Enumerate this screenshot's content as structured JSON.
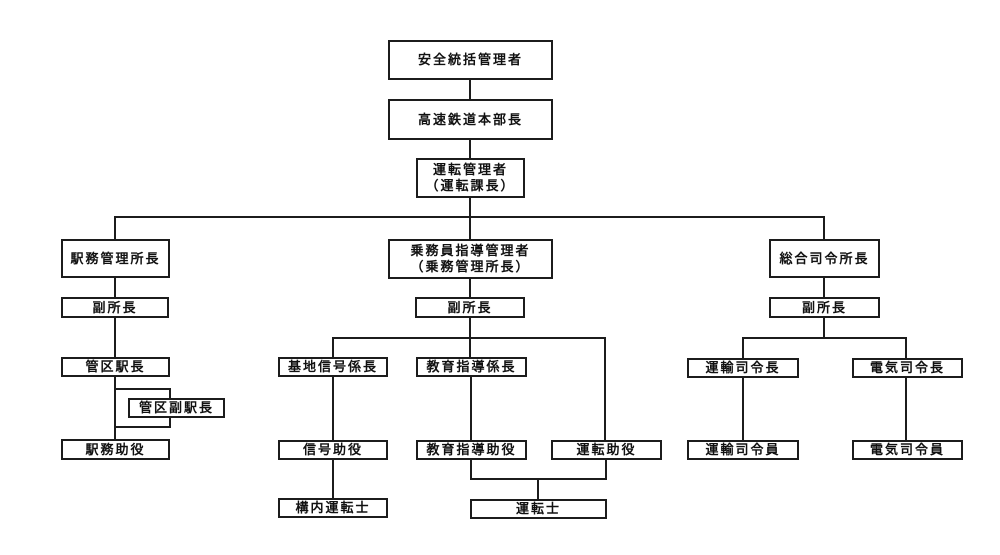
{
  "chart": {
    "type": "org-chart",
    "accent_color": "#1c1c1c",
    "background_color": "#ffffff",
    "nodes": {
      "safety_manager": {
        "label": "安全統括管理者"
      },
      "hq_chief": {
        "label": "高速鉄道本部長"
      },
      "operation_manager": {
        "lines": [
          "運転管理者",
          "（運転課長）"
        ]
      },
      "station_services_manager": {
        "label": "駅務管理所長"
      },
      "station_deputy_chief": {
        "label": "副所長"
      },
      "district_stationmaster": {
        "label": "管区駅長"
      },
      "district_deputy_stationmaster": {
        "label": "管区副駅長"
      },
      "station_assistant_master": {
        "label": "駅務助役"
      },
      "crew_guidance_manager": {
        "lines": [
          "乗務員指導管理者",
          "（乗務管理所長）"
        ]
      },
      "crew_deputy_chief": {
        "label": "副所長"
      },
      "base_signal_foreman": {
        "label": "基地信号係長"
      },
      "education_guidance_foreman": {
        "label": "教育指導係長"
      },
      "signal_assistant_master": {
        "label": "信号助役"
      },
      "education_guidance_assistant_master": {
        "label": "教育指導助役"
      },
      "operation_assistant_master": {
        "label": "運転助役"
      },
      "yard_driver": {
        "label": "構内運転士"
      },
      "driver": {
        "label": "運転士"
      },
      "control_center_chief": {
        "label": "総合司令所長"
      },
      "control_deputy_chief": {
        "label": "副所長"
      },
      "transport_dispatch_chief": {
        "label": "運輸司令長"
      },
      "electric_dispatch_chief": {
        "label": "電気司令長"
      },
      "transport_dispatcher": {
        "label": "運輸司令員"
      },
      "electric_dispatcher": {
        "label": "電気司令員"
      }
    },
    "hierarchy": [
      {
        "parent": "安全統括管理者",
        "child": "高速鉄道本部長"
      },
      {
        "parent": "高速鉄道本部長",
        "child": "運転管理者（運転課長）"
      },
      {
        "parent": "運転管理者（運転課長）",
        "children": [
          "駅務管理所長",
          "乗務員指導管理者（乗務管理所長）",
          "総合司令所長"
        ]
      },
      {
        "parent": "駅務管理所長",
        "child": "副所長"
      },
      {
        "parent": "副所長(駅務)",
        "child": "管区駅長"
      },
      {
        "parent": "管区駅長",
        "children": [
          "管区副駅長",
          "駅務助役"
        ]
      },
      {
        "parent": "乗務員指導管理者（乗務管理所長）",
        "child": "副所長"
      },
      {
        "parent": "副所長(乗務)",
        "children": [
          "基地信号係長",
          "教育指導係長",
          "運転助役"
        ]
      },
      {
        "parent": "基地信号係長",
        "child": "信号助役"
      },
      {
        "parent": "信号助役",
        "child": "構内運転士"
      },
      {
        "parent": "教育指導係長",
        "child": "教育指導助役"
      },
      {
        "parent": "教育指導助役・運転助役",
        "child": "運転士"
      },
      {
        "parent": "総合司令所長",
        "child": "副所長"
      },
      {
        "parent": "副所長(司令)",
        "children": [
          "運輸司令長",
          "電気司令長"
        ]
      },
      {
        "parent": "運輸司令長",
        "child": "運輸司令員"
      },
      {
        "parent": "電気司令長",
        "child": "電気司令員"
      }
    ]
  }
}
